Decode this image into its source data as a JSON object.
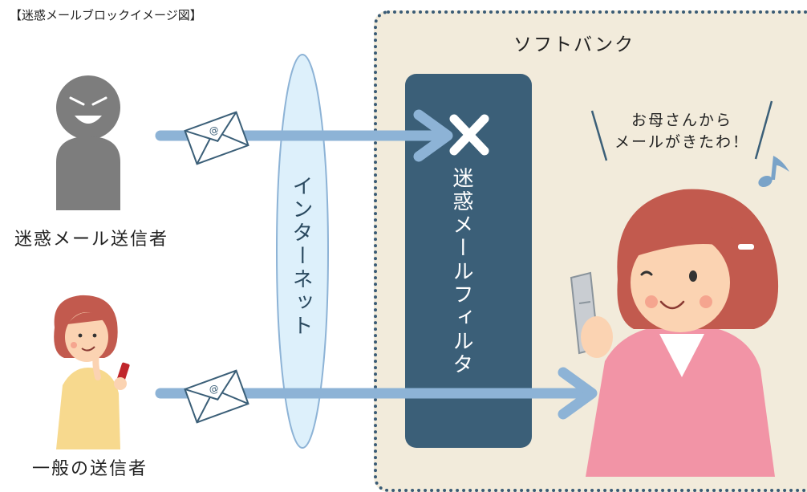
{
  "title": "【迷惑メールブロックイメージ図】",
  "zone_label": "ソフトバンク",
  "internet_label": "インターネット",
  "filter_label": "迷惑メールフィルタ",
  "spam_sender_label": "迷惑メール送信者",
  "normal_sender_label": "一般の送信者",
  "speech": {
    "line1": "お母さんから",
    "line2": "メールがきたわ！"
  },
  "envelope_mark": "@",
  "colors": {
    "zone_bg": "#f2ebdb",
    "zone_border": "#3a5b75",
    "filter_bg": "#3b5f78",
    "arrow": "#8db3d6",
    "internet_fill": "#ddf0fb",
    "spam_figure": "#7d7d7d",
    "woman_hair": "#c25a4e",
    "woman_clothes": "#f294a6",
    "cross": "#ffffff"
  },
  "icons": [
    "envelope-icon",
    "cross-icon",
    "music-note-icon",
    "phone-icon"
  ]
}
